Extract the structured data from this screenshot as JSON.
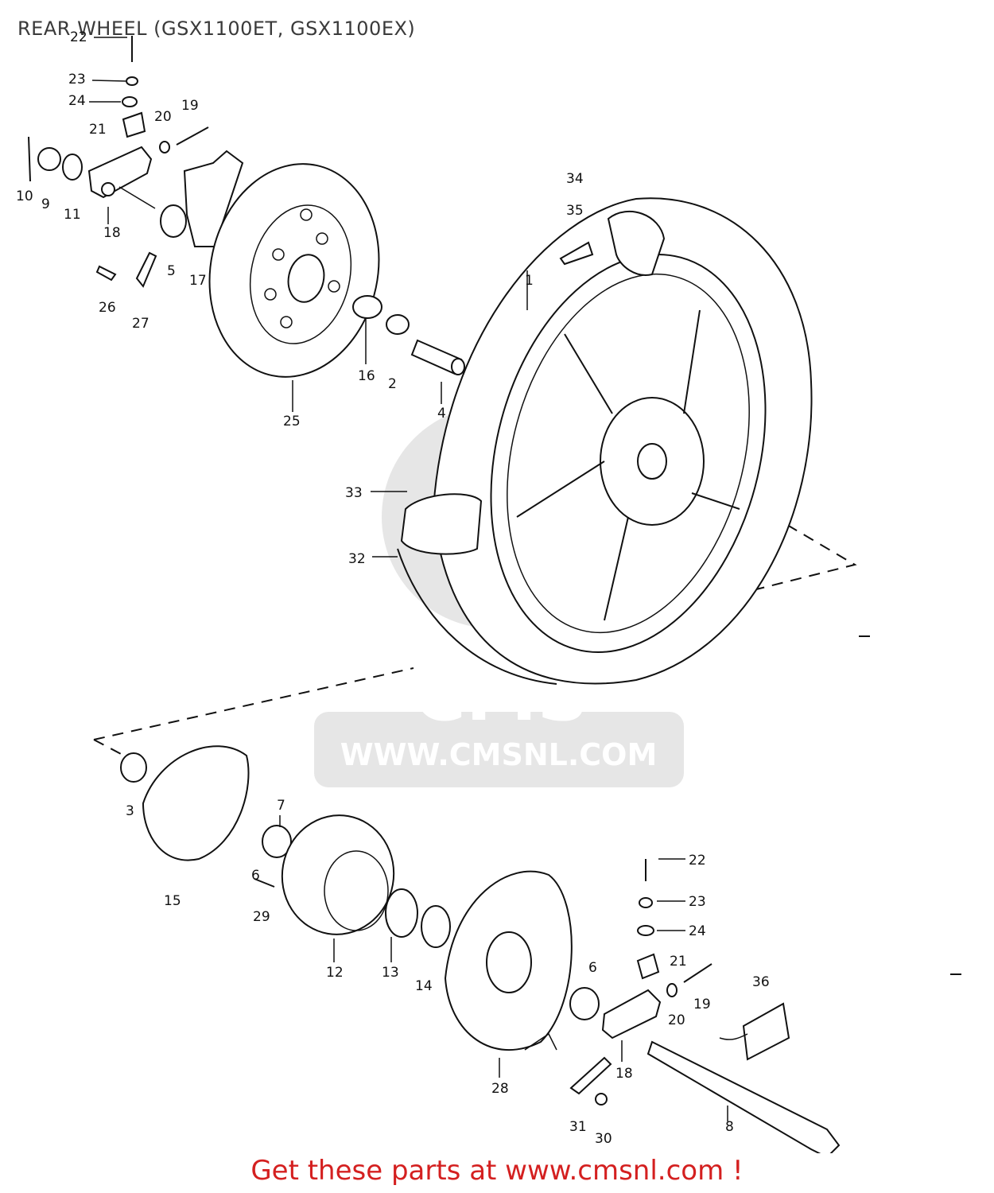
{
  "diagram": {
    "title": "REAR WHEEL (GSX1100ET, GSX1100EX)",
    "footer_text": "Get these parts at www.cmsnl.com !",
    "watermark": {
      "brand": "CMS",
      "url": "WWW.CMSNL.COM"
    },
    "colors": {
      "line": "#111111",
      "footer": "#d42020",
      "watermark": "#e6e6e6"
    },
    "callouts_upper": [
      "22",
      "23",
      "24",
      "21",
      "20",
      "19",
      "10",
      "9",
      "11",
      "18",
      "5",
      "17",
      "26",
      "27",
      "25",
      "16",
      "2",
      "4",
      "1",
      "34",
      "35",
      "33",
      "32"
    ],
    "callouts_lower": [
      "3",
      "15",
      "7",
      "6",
      "29",
      "12",
      "13",
      "14",
      "28",
      "22",
      "23",
      "24",
      "21",
      "19",
      "20",
      "6",
      "18",
      "36",
      "31",
      "30",
      "8"
    ]
  }
}
